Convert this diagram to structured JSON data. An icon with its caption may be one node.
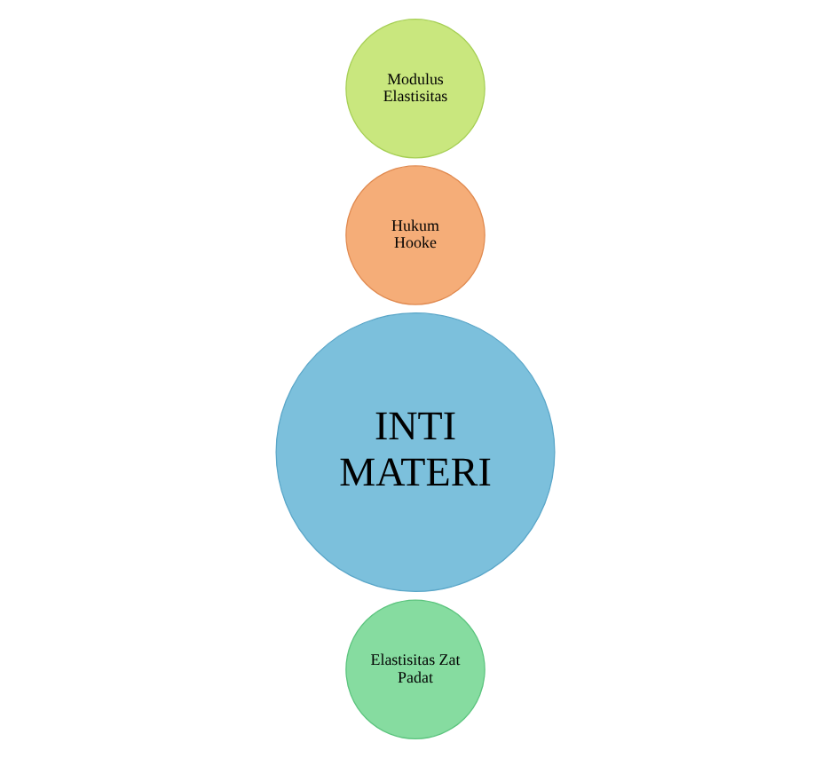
{
  "diagram": {
    "nodes": [
      {
        "text": [
          "Elastisitas Zat Padat"
        ]
      },
      {
        "text": [
          "INTI MATERI"
        ]
      },
      {
        "text": [
          "Hukum Hooke"
        ]
      },
      {
        "text": [
          "Modulus Elastisitas"
        ]
      }
    ]
  }
}
